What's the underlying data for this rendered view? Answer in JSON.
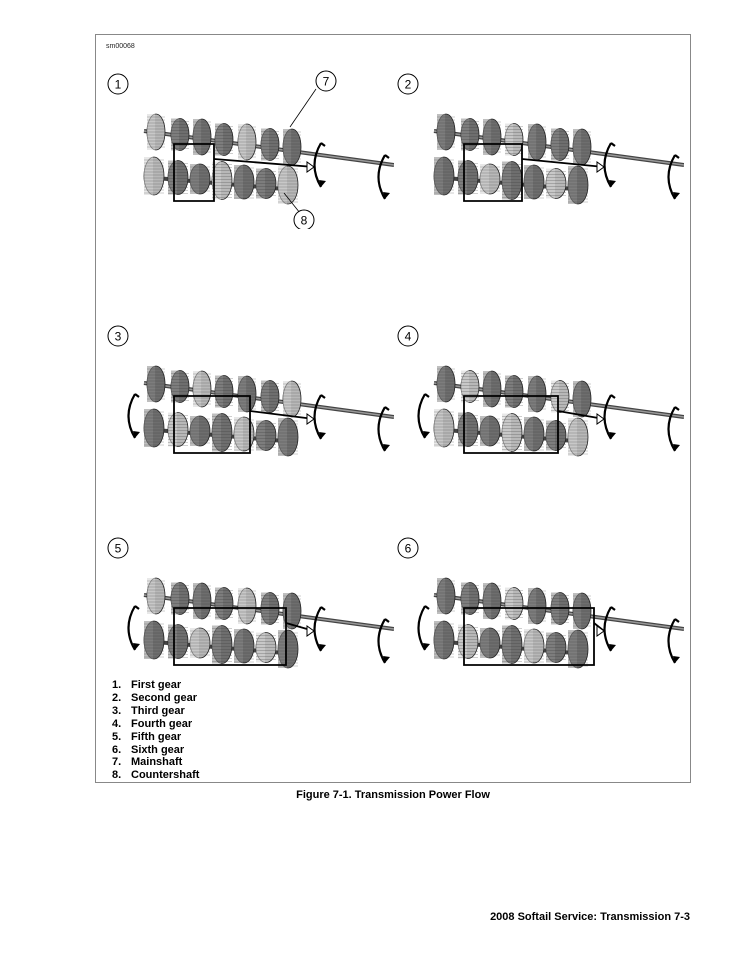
{
  "figure": {
    "id": "sm00068",
    "caption": "Figure 7-1. Transmission Power Flow"
  },
  "panels": [
    {
      "label": "1",
      "callouts": [
        {
          "label": "7"
        },
        {
          "label": "8"
        }
      ]
    },
    {
      "label": "2",
      "callouts": []
    },
    {
      "label": "3",
      "callouts": []
    },
    {
      "label": "4",
      "callouts": []
    },
    {
      "label": "5",
      "callouts": []
    },
    {
      "label": "6",
      "callouts": []
    }
  ],
  "legend": [
    {
      "num": "1.",
      "text": "First gear"
    },
    {
      "num": "2.",
      "text": "Second gear"
    },
    {
      "num": "3.",
      "text": "Third gear"
    },
    {
      "num": "4.",
      "text": "Fourth gear"
    },
    {
      "num": "5.",
      "text": "Fifth gear"
    },
    {
      "num": "6.",
      "text": "Sixth gear"
    },
    {
      "num": "7.",
      "text": "Mainshaft"
    },
    {
      "num": "8.",
      "text": "Countershaft"
    }
  ],
  "footer": {
    "text": "2008 Softail Service:  Transmission  7-3"
  }
}
